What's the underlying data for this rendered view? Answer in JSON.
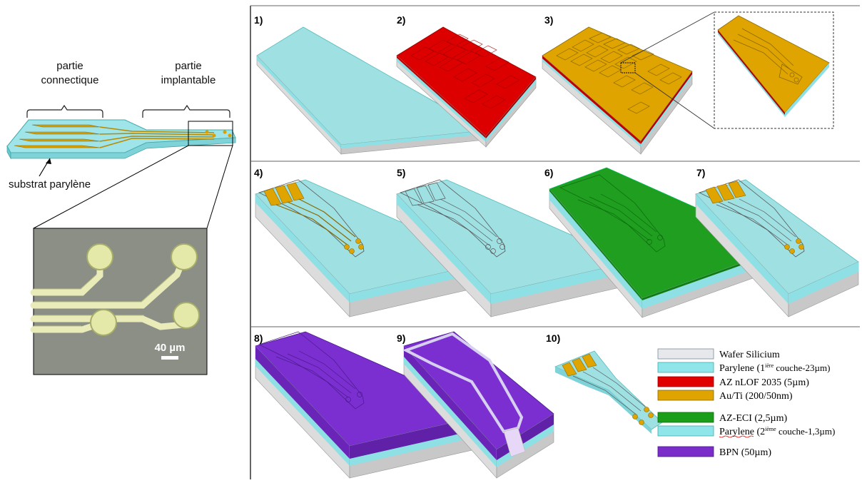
{
  "left_panel": {
    "label_connect_1": "partie",
    "label_connect_2": "connectique",
    "label_implant_1": "partie",
    "label_implant_2": "implantable",
    "label_substrate": "substrat parylène",
    "scale_bar": "40 µm"
  },
  "steps": [
    "1)",
    "2)",
    "3)",
    "4)",
    "5)",
    "6)",
    "7)",
    "8)",
    "9)",
    "10)"
  ],
  "legend": [
    {
      "name": "Wafer Silicium",
      "sup": "",
      "after": "",
      "color": "#e6e8ec"
    },
    {
      "name": "Parylene (1",
      "sup": "ière",
      "after": " couche-23µm)",
      "color": "#8fe6ea"
    },
    {
      "name": "AZ nLOF 2035 (5µm)",
      "sup": "",
      "after": "",
      "color": "#e00000"
    },
    {
      "name": "Au/Ti (200/50nm)",
      "sup": "",
      "after": "",
      "color": "#e0a400"
    },
    {
      "name": "AZ-ECI (2,5µm)",
      "sup": "",
      "after": "",
      "color": "#1a9e1a"
    },
    {
      "name": "Parylene (2",
      "sup": "ième",
      "after": " couche-1,3µm)",
      "color": "#8fe6ea"
    },
    {
      "name": "BPN (50µm)",
      "sup": "",
      "after": "",
      "color": "#7a2dc8"
    }
  ],
  "colors": {
    "parylene": "#8fd9dc",
    "resist_red": "#dd0000",
    "gold": "#e0a400",
    "green": "#1f9e1f",
    "purple": "#7b2fd0",
    "wafer": "#d8d8d8"
  }
}
